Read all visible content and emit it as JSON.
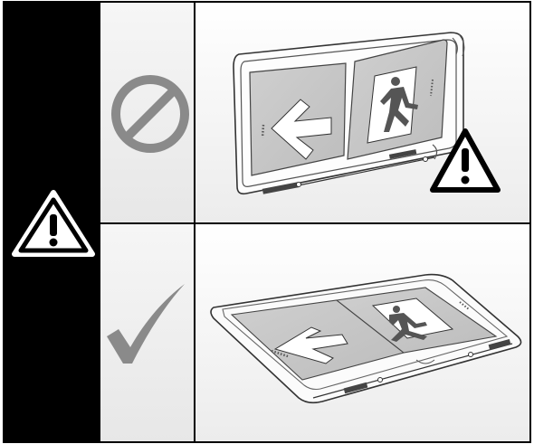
{
  "page": {
    "background": "#ffffff",
    "frame_color": "#000000",
    "sidebar_color": "#000000",
    "icon_panel_color": "#f1f1f1"
  },
  "warning_triangle": {
    "icon": "warning-triangle-icon",
    "fill": "#ffffff",
    "stroke": "#000000"
  },
  "rows": [
    {
      "id": "incorrect",
      "verdict_icon": "prohibited-icon",
      "verdict_color": "#8a8a8a",
      "sign_state": "panel-tilted-with-motion-marks",
      "has_warning": true,
      "panel_left_icon": "arrow-left-icon",
      "panel_right_icon": "running-man-door-icon"
    },
    {
      "id": "correct",
      "verdict_icon": "checkmark-icon",
      "verdict_color": "#8a8a8a",
      "sign_state": "panel-flat-seated",
      "has_warning": false,
      "panel_left_icon": "arrow-left-icon",
      "panel_right_icon": "running-man-door-icon"
    }
  ]
}
